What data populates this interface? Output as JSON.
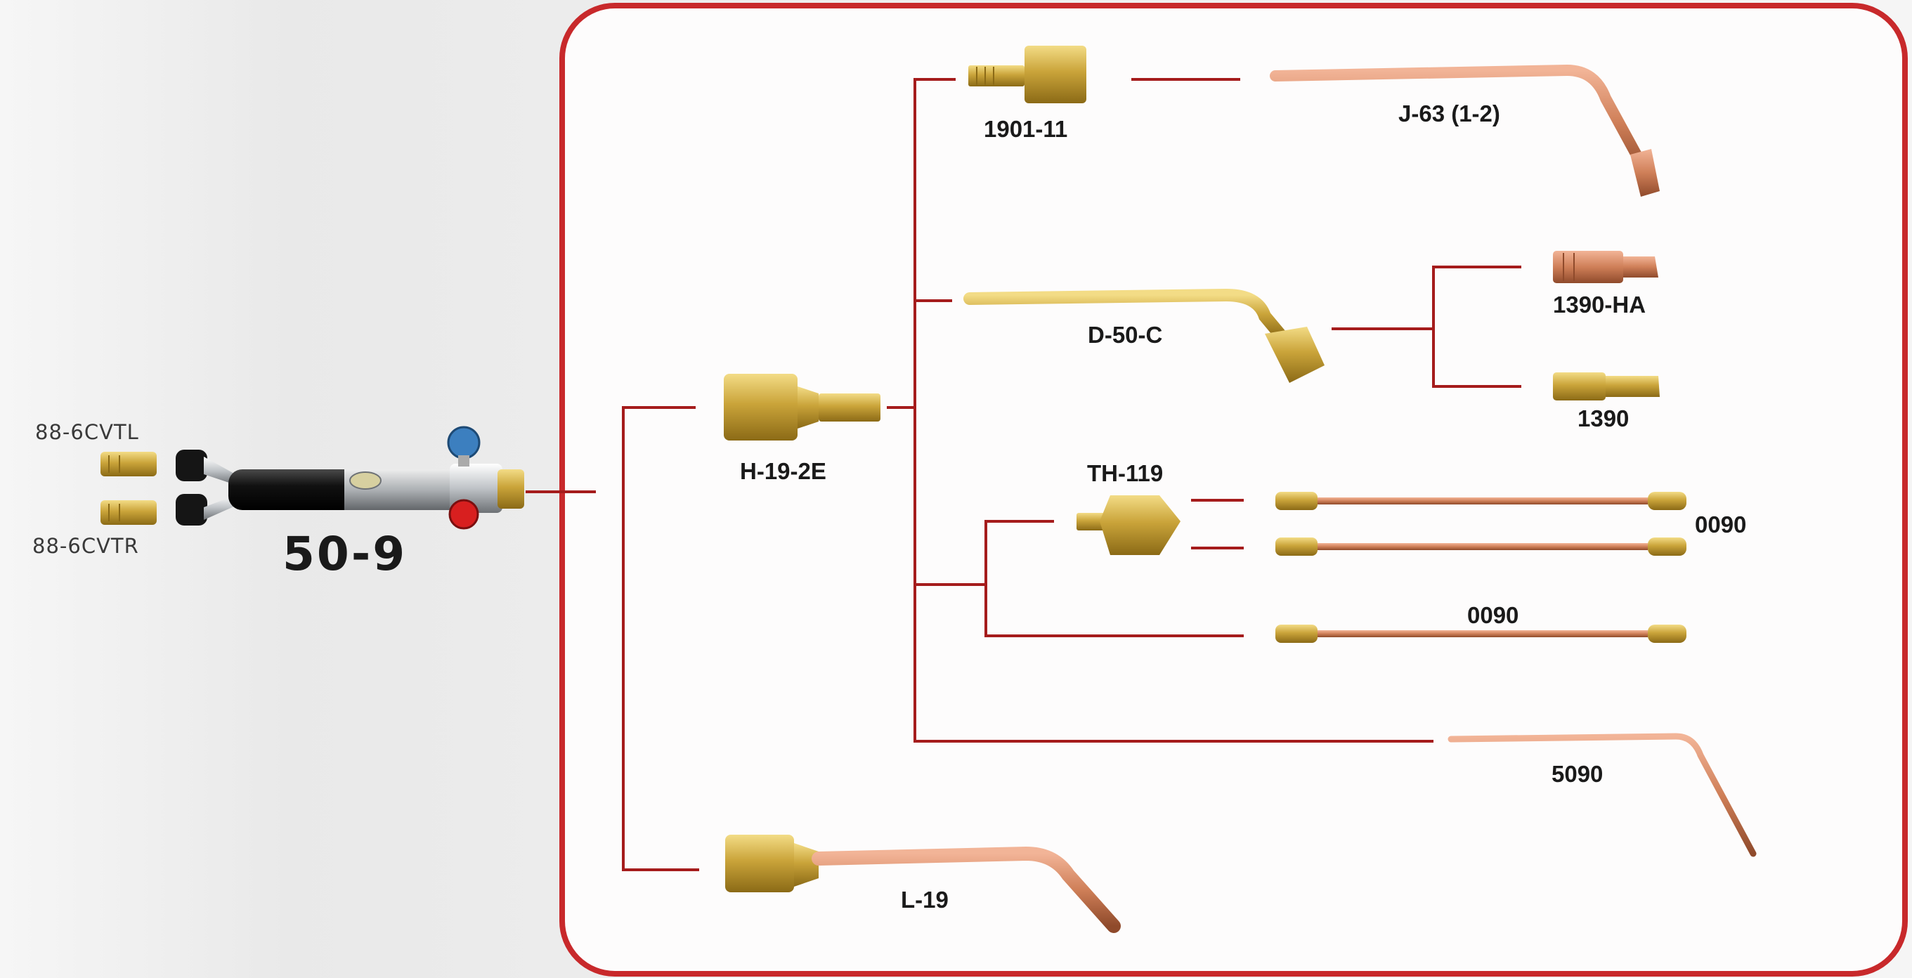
{
  "parts": {
    "handle": "50-9",
    "check_valve_left": "88-6CVTL",
    "check_valve_right": "88-6CVTR",
    "mixer": "H-19-2E",
    "adaptor_1901": "1901-11",
    "tip_j63": "J-63 (1-2)",
    "tip_d50c": "D-50-C",
    "tip_1390ha": "1390-HA",
    "tip_1390": "1390",
    "tip_th119": "TH-119",
    "tube_0090_upper": "0090",
    "tube_0090_lower": "0090",
    "tip_5090": "5090",
    "tip_l19": "L-19"
  },
  "colors": {
    "frame": "#c8292b",
    "connector": "#a01818",
    "brass": "#c9a227",
    "copper": "#c97a52"
  }
}
